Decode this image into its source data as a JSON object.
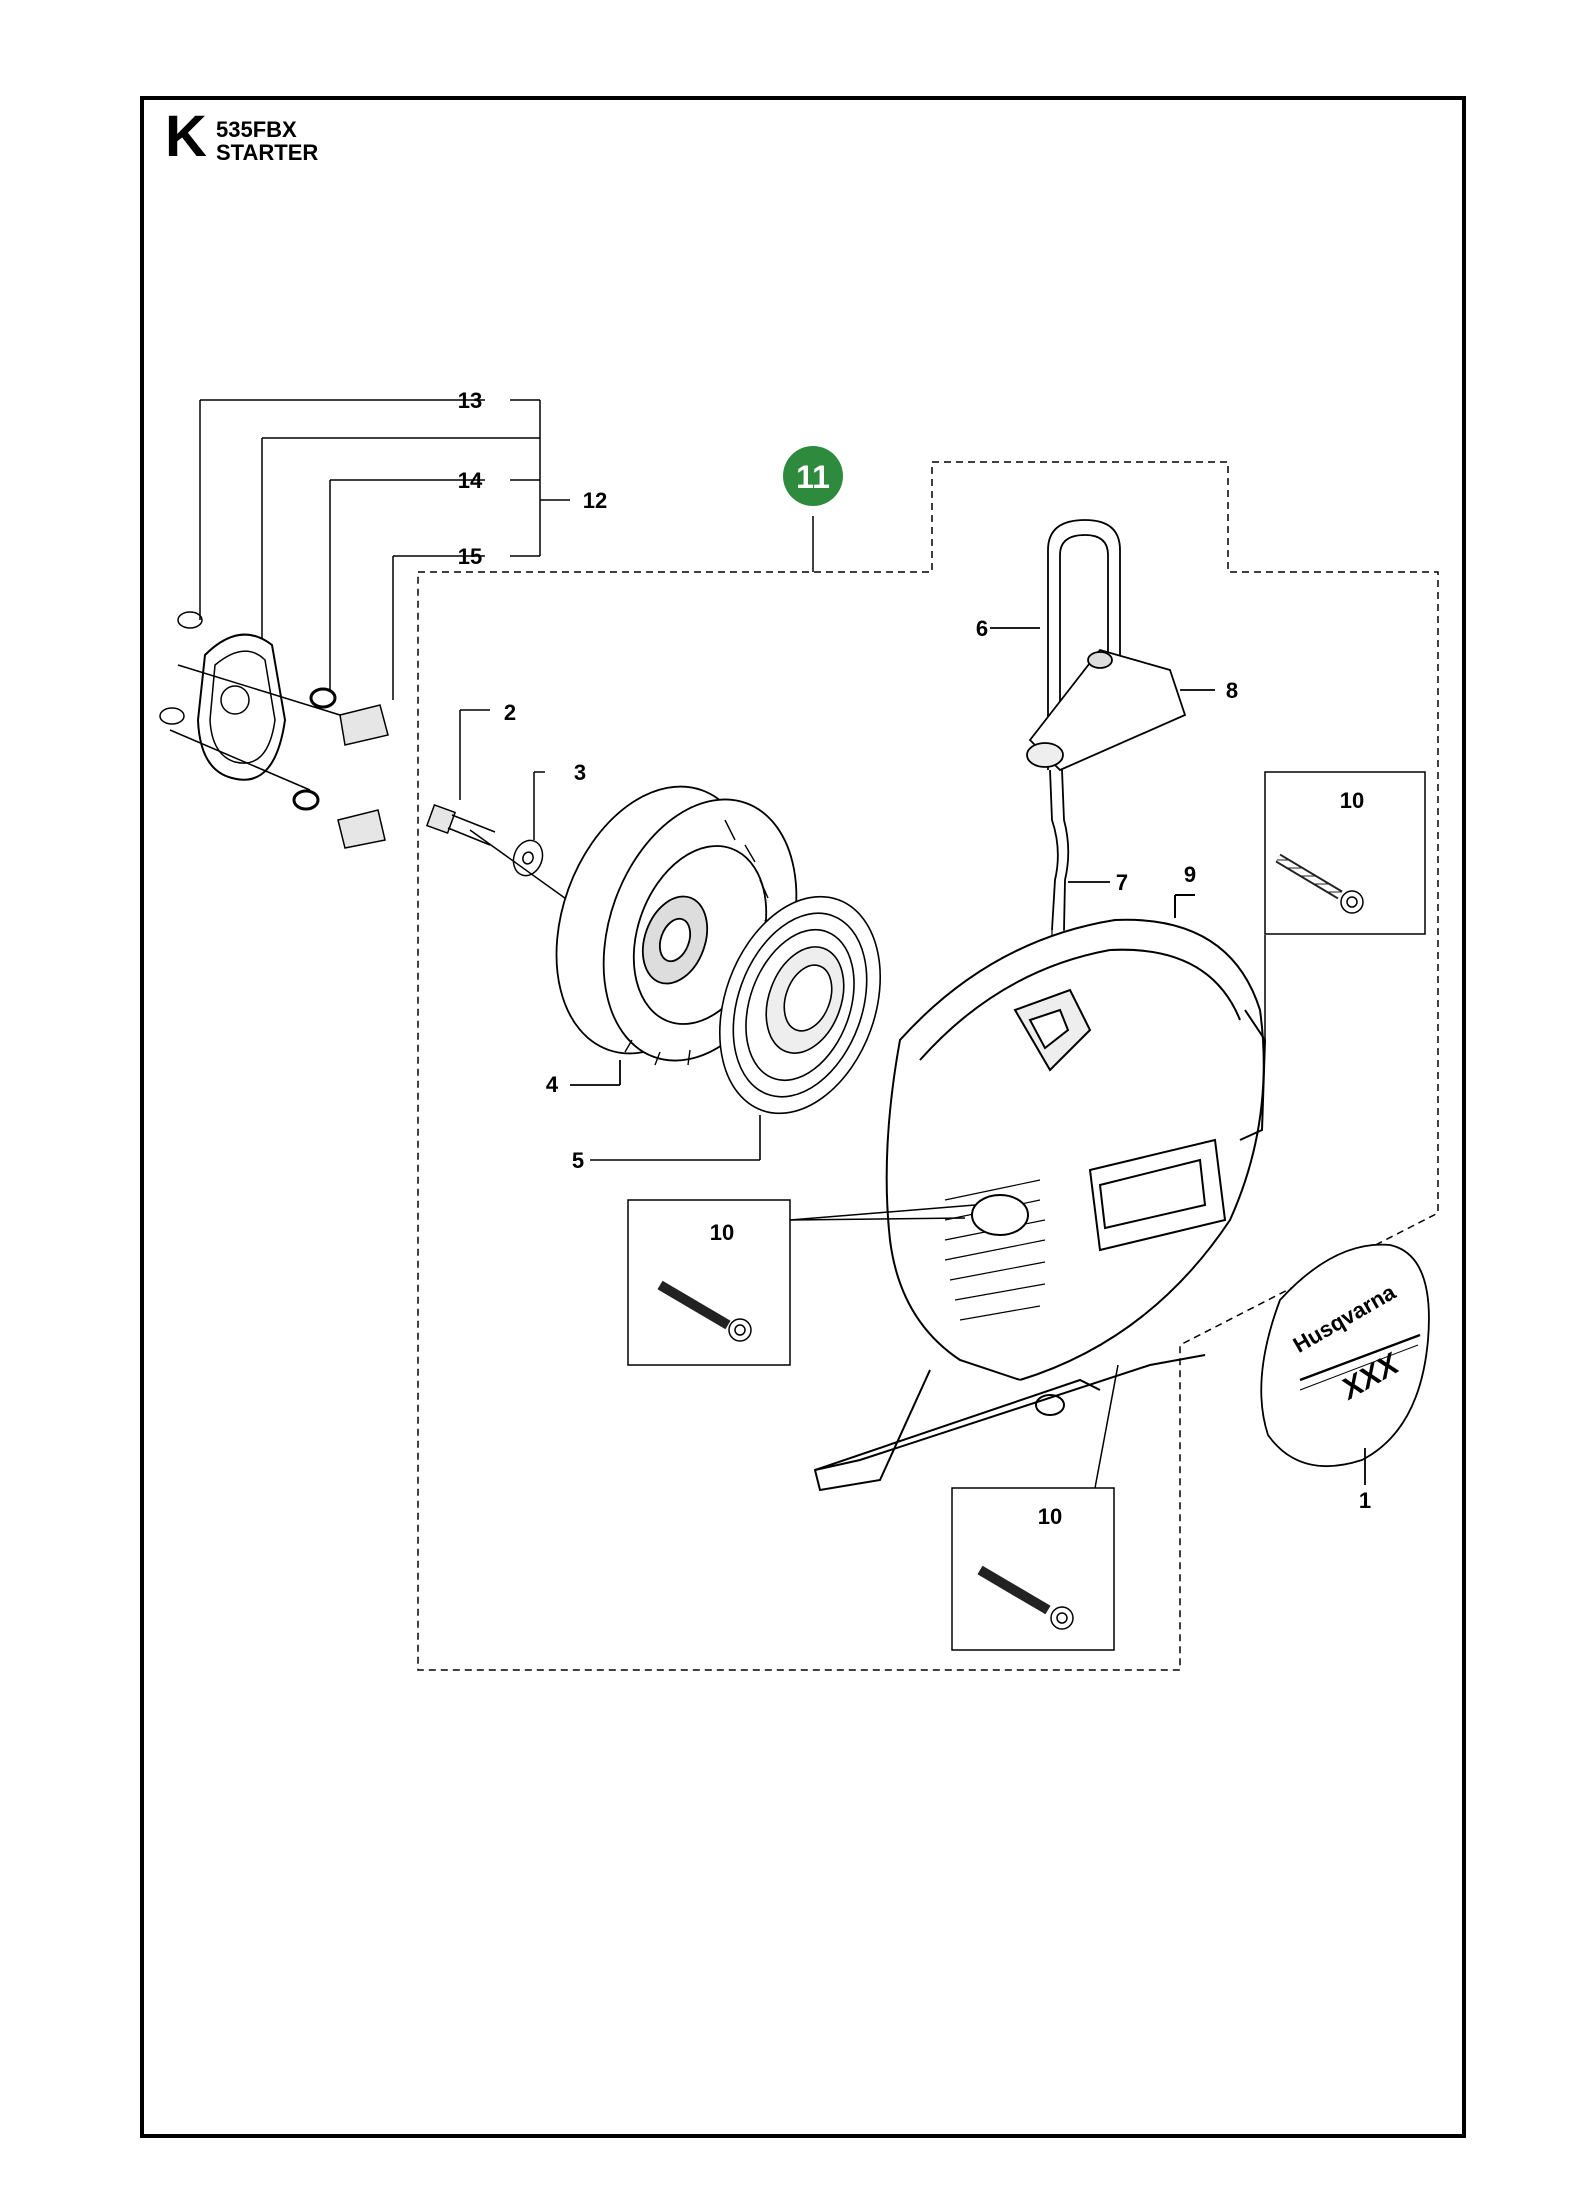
{
  "header": {
    "section_letter": "K",
    "model": "535FBX",
    "section_title": "STARTER"
  },
  "assembly_badge": {
    "label": "11",
    "color": "#2e8b3e"
  },
  "callouts": {
    "p1": "1",
    "p2": "2",
    "p3": "3",
    "p4": "4",
    "p5": "5",
    "p6": "6",
    "p7": "7",
    "p8": "8",
    "p9": "9",
    "p10_top": "10",
    "p10_left": "10",
    "p10_bottom": "10",
    "p12": "12",
    "p13": "13",
    "p14": "14",
    "p15": "15"
  },
  "decal": {
    "brand": "Husqvarna",
    "model_text": "XXX"
  }
}
